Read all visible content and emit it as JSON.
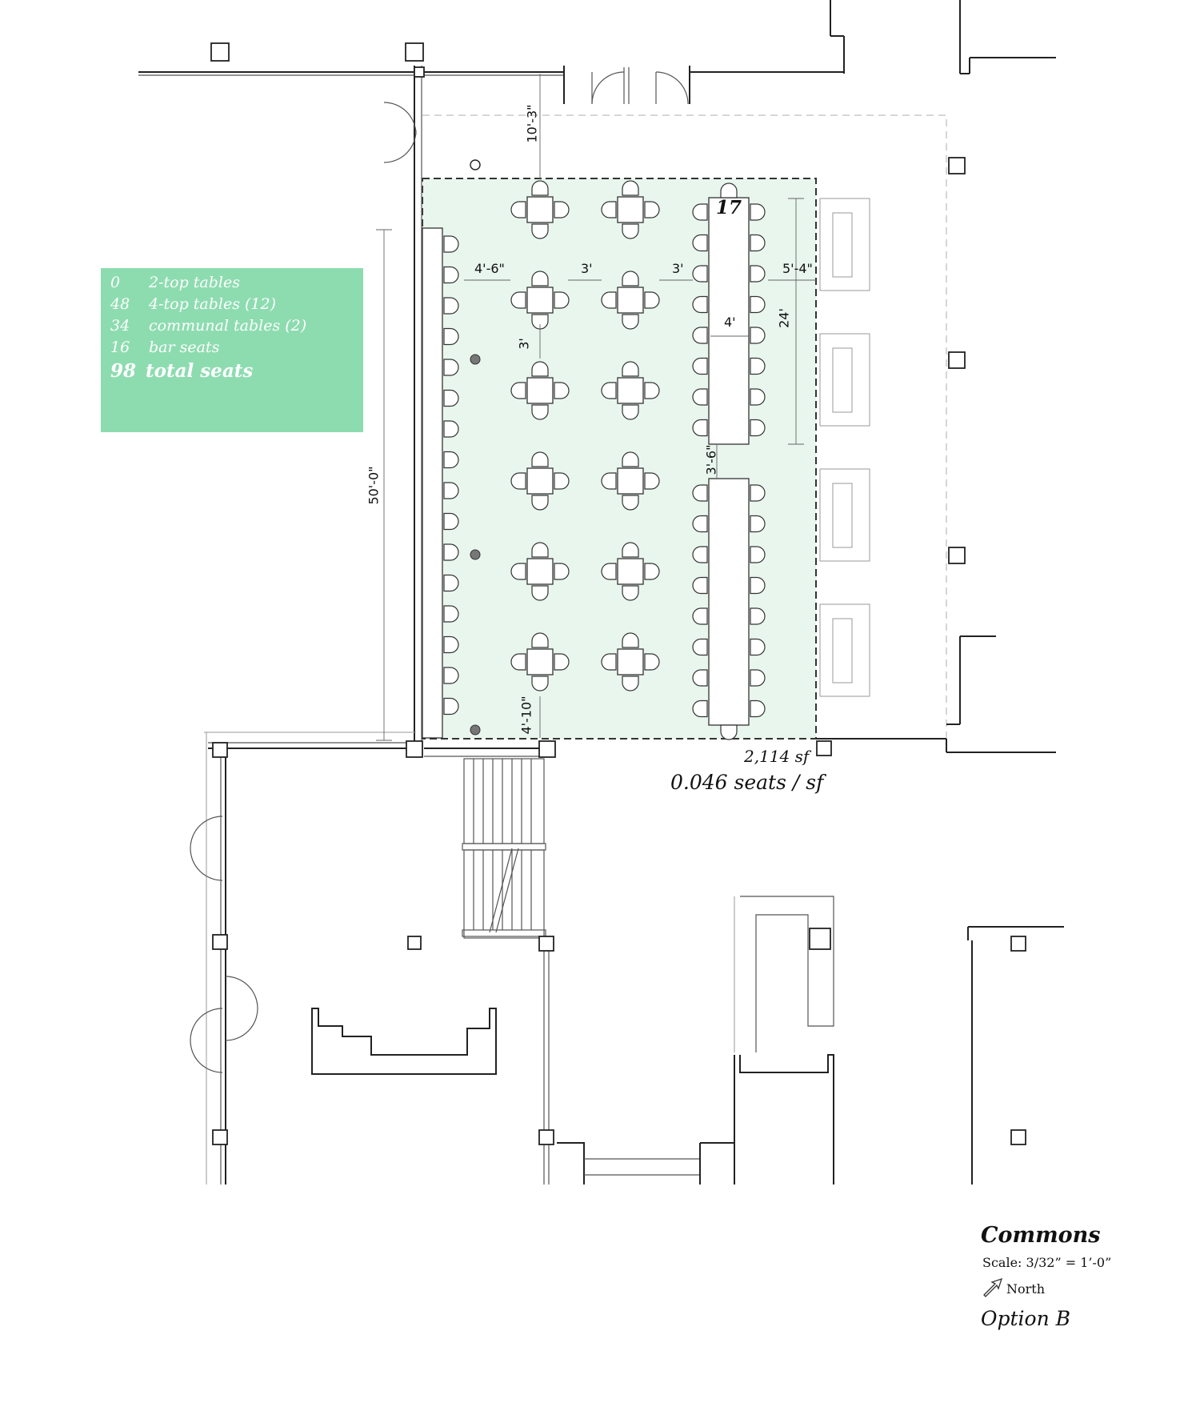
{
  "legend": {
    "rows": [
      {
        "count": "0",
        "label": "2-top tables"
      },
      {
        "count": "48",
        "label": "4-top tables (12)"
      },
      {
        "count": "34",
        "label": "communal tables (2)"
      },
      {
        "count": "16",
        "label": "bar seats"
      }
    ],
    "total_count": "98",
    "total_label": "total seats",
    "color": "#8ddcb0"
  },
  "zone": {
    "fill": "#e8f6ee",
    "area": "2,114 sf",
    "density": "0.046 seats / sf",
    "table_number": "17"
  },
  "dimensions": {
    "top_clearance": "10'-3\"",
    "room_length": "50'-0\"",
    "bar_gap": "4'-6\"",
    "aisle_1": "3'",
    "aisle_2": "3'",
    "right_gap": "5'-4\"",
    "table_width": "4'",
    "table_length": "24'",
    "row_gap": "3'",
    "between_tables": "3'-6\"",
    "bottom_gap": "4'-10\""
  },
  "title_block": {
    "title": "Commons",
    "scale": "Scale: 3/32” = 1’-0”",
    "north_label": "North",
    "north_icon": "north-arrow-icon",
    "option": "Option B"
  }
}
